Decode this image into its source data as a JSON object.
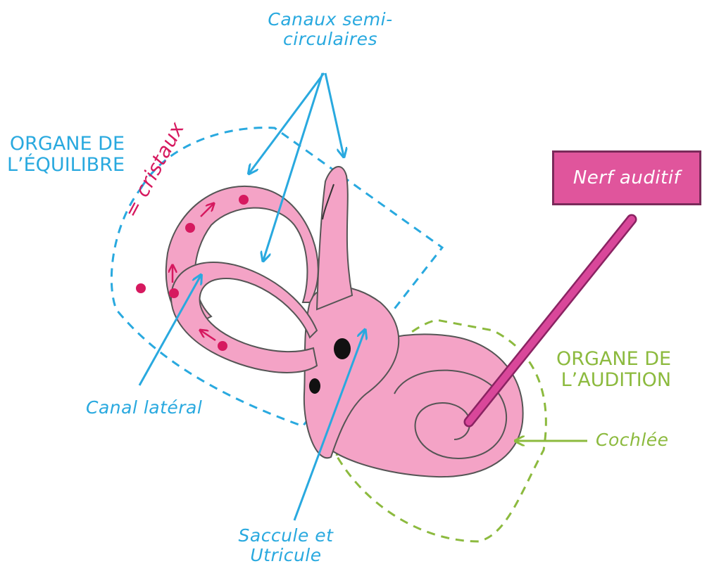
{
  "labels": {
    "canaux_line1": "Canaux semi-",
    "canaux_line2": "circulaires",
    "equilibre_line1": "ORGANE DE",
    "equilibre_line2": "L’ÉQUILIBRE",
    "cristaux": "= cristaux",
    "nerf": "Nerf auditif",
    "audition_line1": "ORGANE DE",
    "audition_line2": "L’AUDITION",
    "cochlee": "Cochlée",
    "canal_lateral": "Canal latéral",
    "saccule_line1": "Saccule et",
    "saccule_line2": "Utricule"
  },
  "colors": {
    "organ_fill": "#f4a3c6",
    "organ_stroke": "#555555",
    "blue": "#29a9df",
    "green": "#8cba3e",
    "pink_dot": "#d6195f",
    "nerve": "#d9479a",
    "nerve_stroke": "#8a2362",
    "nerf_box_fill": "#e0559c",
    "nerf_box_border": "#7a2a5a"
  }
}
